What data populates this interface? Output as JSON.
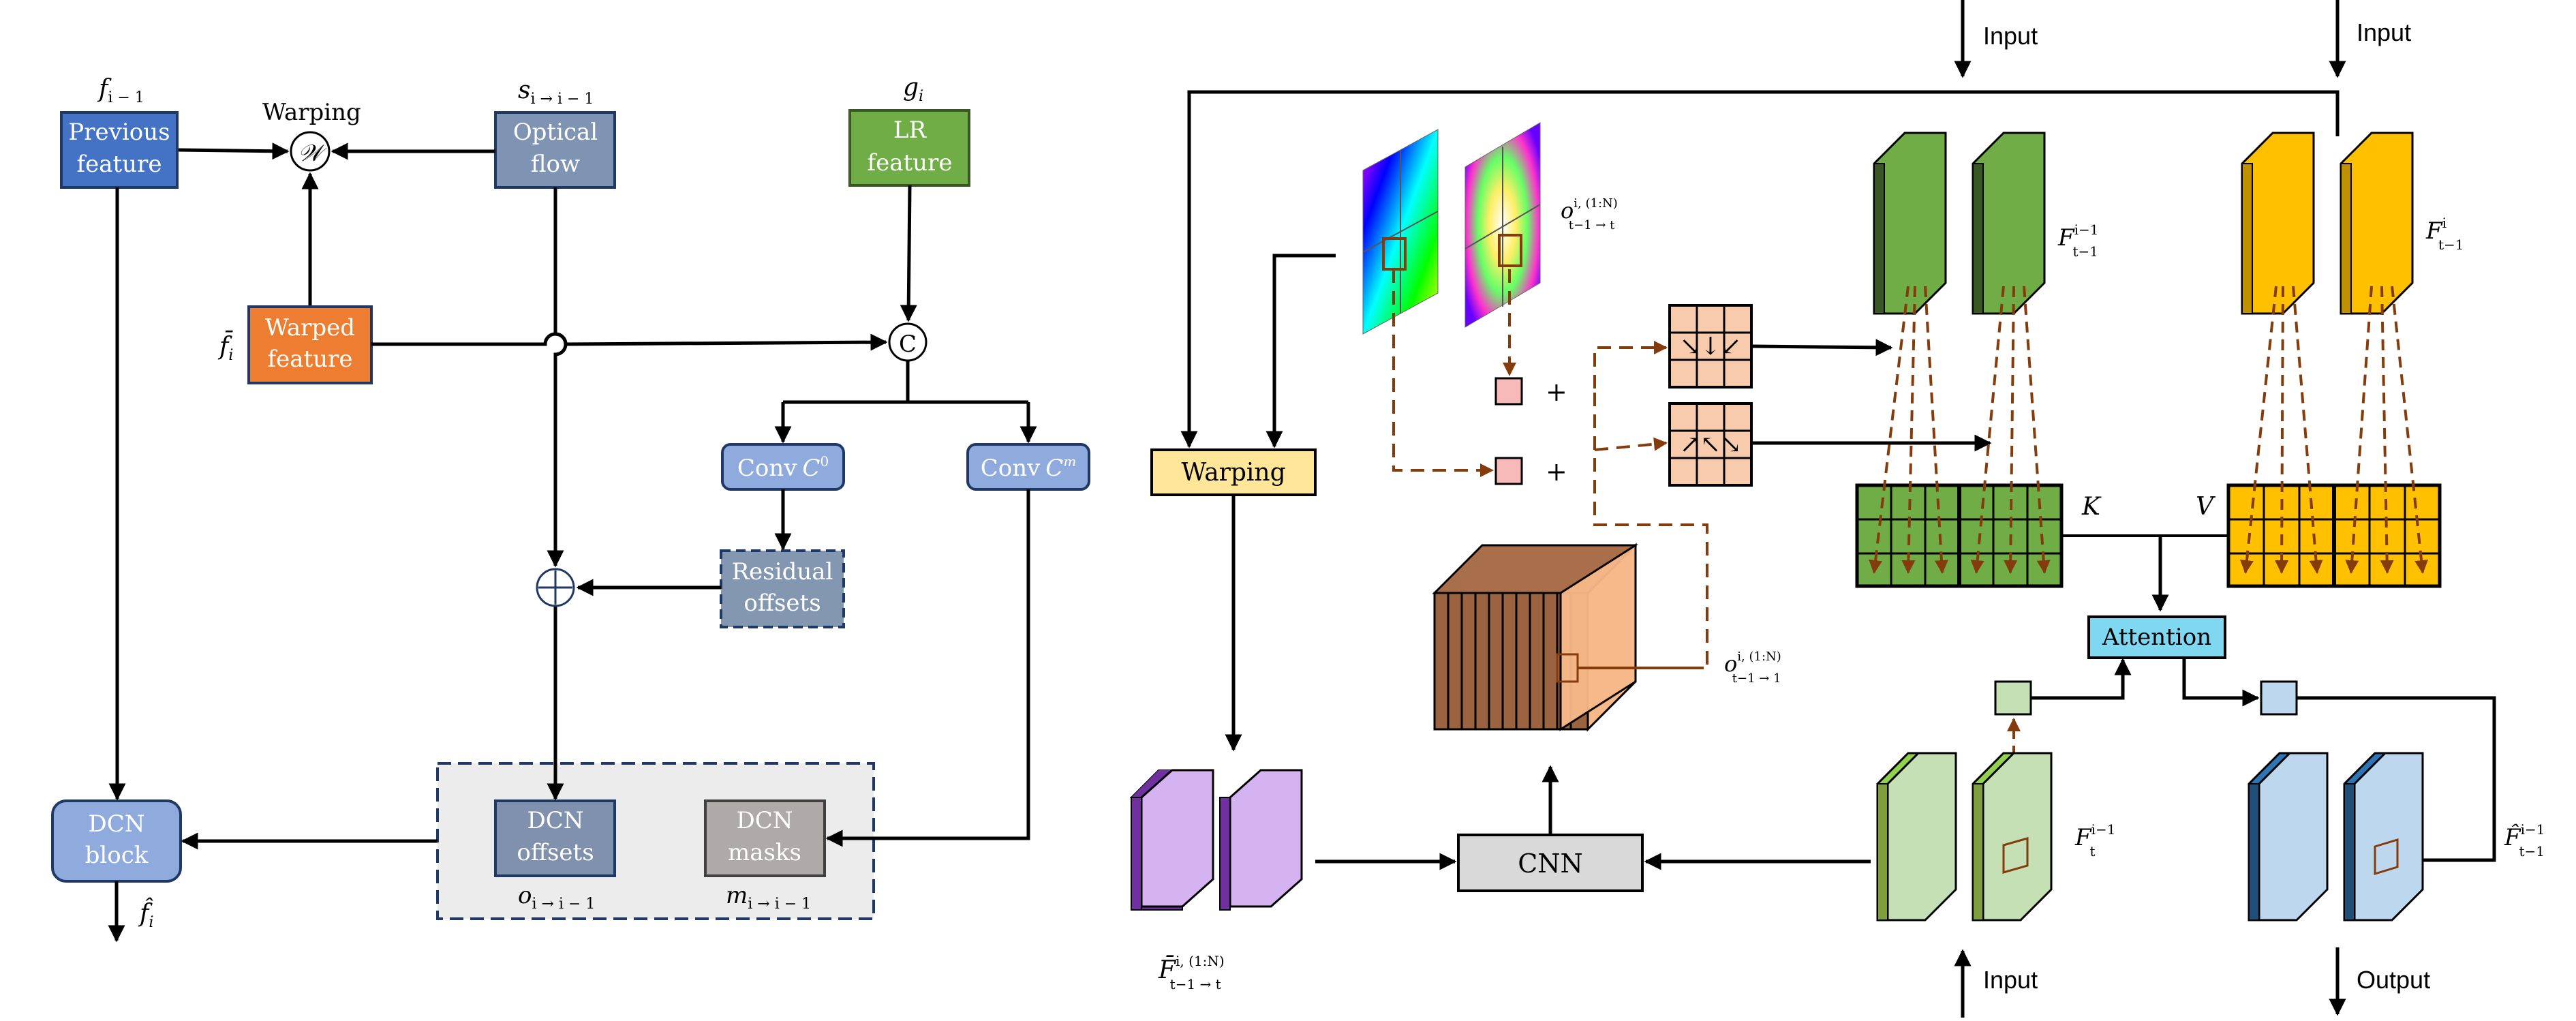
{
  "left": {
    "labels": {
      "f_prev": "f",
      "f_prev_sub": "i − 1",
      "s_flow": "s",
      "s_flow_sub": "i → i − 1",
      "g": "g",
      "g_sub": "i",
      "f_bar": "f̄",
      "f_bar_sub": "i",
      "warping": "Warping",
      "warp_symbol": "𝒲",
      "concat_symbol": "C",
      "o_out": "o",
      "o_out_sub": "i → i − 1",
      "m_out": "m",
      "m_out_sub": "i → i − 1",
      "f_hat": "f̂",
      "f_hat_sub": "i"
    },
    "boxes": {
      "previous_feature": [
        "Previous",
        "feature"
      ],
      "optical_flow": [
        "Optical",
        "flow"
      ],
      "lr_feature": [
        "LR",
        "feature"
      ],
      "warped_feature": [
        "Warped",
        "feature"
      ],
      "conv_c0": "Conv",
      "conv_c0_sym": "C",
      "conv_c0_sup": "0",
      "conv_cm": "Conv",
      "conv_cm_sym": "C",
      "conv_cm_sup": "m",
      "residual_offsets": [
        "Residual",
        "offsets"
      ],
      "dcn_offsets": [
        "DCN",
        "offsets"
      ],
      "dcn_masks": [
        "DCN",
        "masks"
      ],
      "dcn_block": [
        "DCN",
        "block"
      ]
    },
    "colors": {
      "previous_feature": "#4472c4",
      "optical_flow": "#7f93b3",
      "lr_feature": "#70ad47",
      "warped_feature": "#ed7d31",
      "conv": "#8faadc",
      "residual": "#8497b0",
      "dcn_offsets": "#7f91ad",
      "dcn_masks": "#aeaaaa",
      "dcn_block": "#8faadc"
    }
  },
  "right": {
    "labels": {
      "input_top_left": "Input",
      "input_top_right": "Input",
      "input_bottom": "Input",
      "output_bottom": "Output",
      "warping": "Warping",
      "cnn": "CNN",
      "attention": "Attention",
      "k": "K",
      "v": "V",
      "plus": "+",
      "o_flow": "o",
      "o_flow_sup": "i, (1:N)",
      "o_flow_sub": "t−1 → t",
      "o_flow2": "o",
      "o_flow2_sup": "i, (1:N)",
      "o_flow2_sub": "t−1 → 1",
      "F_green": "F",
      "F_green_sup": "i−1",
      "F_green_sub": "t−1",
      "F_yellow": "F",
      "F_yellow_sup": "i",
      "F_yellow_sub": "t−1",
      "F_light": "F",
      "F_light_sup": "i−1",
      "F_light_sub": "t",
      "F_hat": "F̂",
      "F_hat_sup": "i−1",
      "F_hat_sub": "t−1",
      "F_bar": "F̄",
      "F_bar_sup": "i, (1:N)",
      "F_bar_sub": "t−1 → t"
    },
    "colors": {
      "warping": "#ffe699",
      "cnn": "#d9d9d9",
      "attention": "#7fd7f0",
      "green_dark": "#548235",
      "green_cell": "#70ad47",
      "yellow_dark": "#bf9000",
      "yellow_cell": "#ffc000",
      "purple": "#c9a0e8",
      "light_green": "#c5e0b4",
      "light_blue": "#bdd7ee",
      "peach": "#f8cbad",
      "brown": "#8c5a3c",
      "arrow_brown": "#843c0c"
    }
  }
}
